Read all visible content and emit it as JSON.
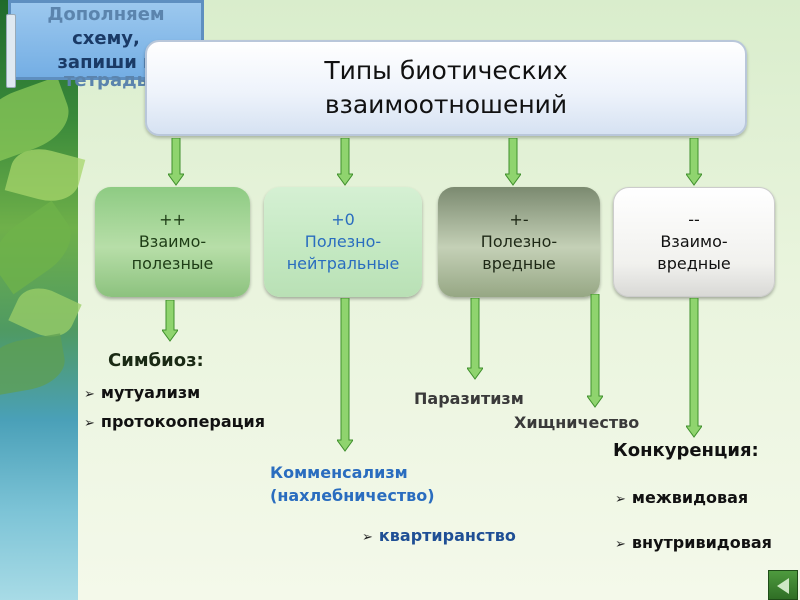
{
  "note": {
    "lines": [
      "Дополняем",
      "схему,",
      "запиши в",
      "тетрадь"
    ]
  },
  "title": {
    "line1": "Типы биотических",
    "line2": "взаимоотношений"
  },
  "categories": [
    {
      "sign": "++",
      "line1": "Взаимо-",
      "line2": "полезные"
    },
    {
      "sign": "+0",
      "line1": "Полезно-",
      "line2": "нейтральные"
    },
    {
      "sign": "+-",
      "line1": "Полезно-",
      "line2": "вредные"
    },
    {
      "sign": "--",
      "line1": "Взаимо-",
      "line2": "вредные"
    }
  ],
  "symbiosis": {
    "heading": "Симбиоз:",
    "items": [
      "мутуализм",
      "протокооперация"
    ]
  },
  "commensalism": {
    "line1": "Комменсализм",
    "line2": "(нахлебничество)",
    "item": "квартиранство"
  },
  "harmful": {
    "parasitism": "Паразитизм",
    "predation": "Хищничество"
  },
  "competition": {
    "heading": "Конкуренция:",
    "items": [
      "межвидовая",
      "внутривидовая"
    ]
  },
  "colors": {
    "arrow_fill": "#8fd46e",
    "arrow_stroke": "#3f8f2c",
    "blue_text": "#2a6dbf"
  }
}
